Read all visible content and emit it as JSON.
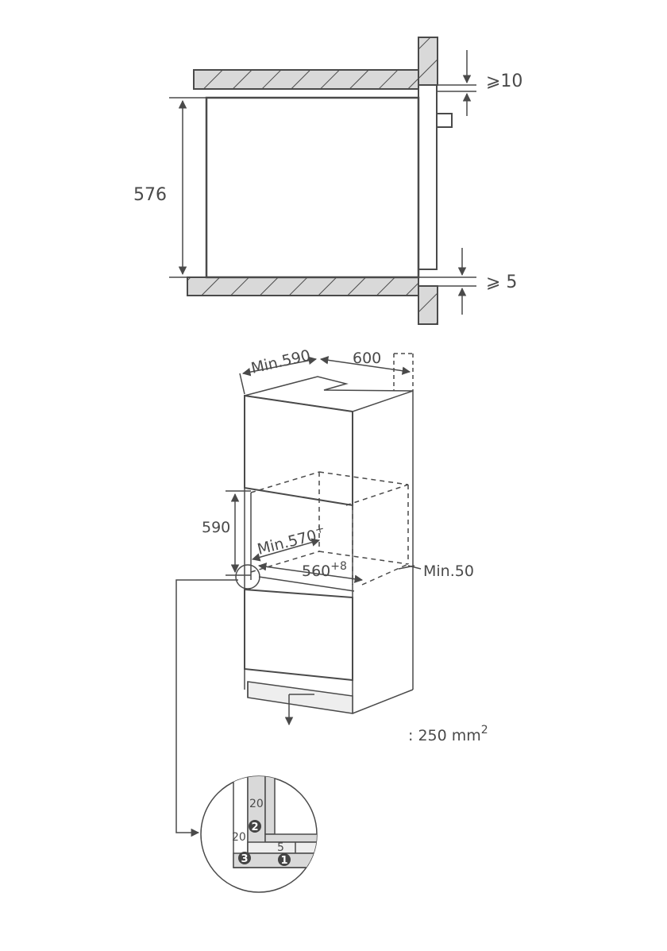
{
  "top_section": {
    "height_label": "576",
    "top_gap_label": "⩾10",
    "bottom_gap_label": "⩾ 5"
  },
  "cabinet_section": {
    "depth_label": "Min.590",
    "width_label": "600",
    "niche_height_label": "590",
    "niche_depth_label": "Min.570",
    "niche_depth_sup": "+",
    "niche_width_label": "560",
    "niche_width_sup": "+8",
    "rear_gap_label": "Min.50",
    "vent_area_label": ": 250 mm",
    "vent_area_sup": "2"
  },
  "detail_section": {
    "dim_vertical": "20",
    "dim_side": "20",
    "dim_bottom": "5",
    "markers": [
      "1",
      "2",
      "3"
    ]
  },
  "colors": {
    "line": "#4a4a4a",
    "hatch_fill": "#d9d9d9",
    "badge": "#444444"
  }
}
